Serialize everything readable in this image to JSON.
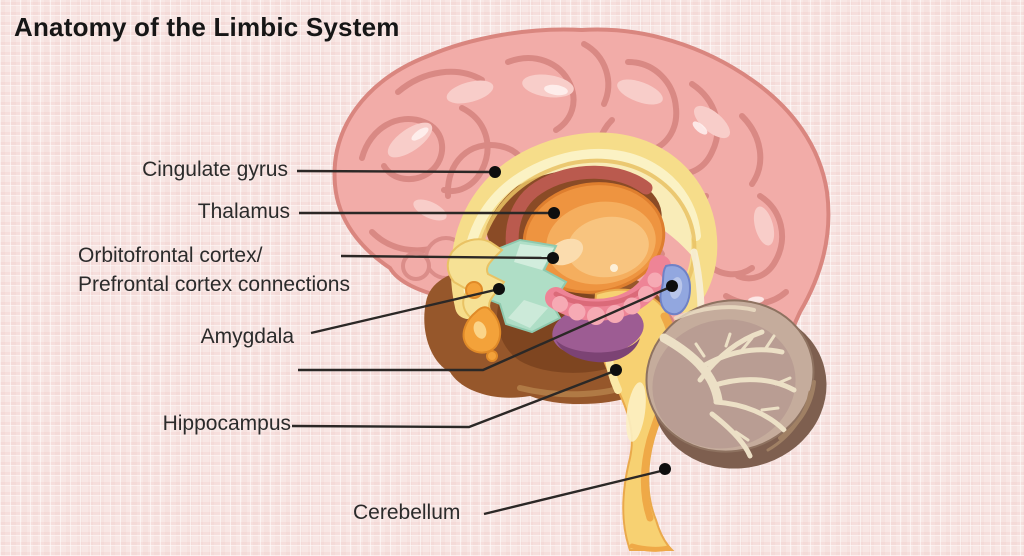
{
  "title": "Anatomy of the Limbic System",
  "labels": {
    "cingulate_gyrus": "Cingulate gyrus",
    "thalamus": "Thalamus",
    "orbitofrontal_line1": "Orbitofrontal cortex/",
    "orbitofrontal_line2": "Prefrontal cortex connections",
    "amygdala": "Amygdala",
    "hippocampus": "Hippocampus",
    "cerebellum": "Cerebellum"
  },
  "colors": {
    "background": "#f8e7e5",
    "title_text": "#161616",
    "label_text": "#2b2b2b",
    "leader_line": "#2b2826",
    "leader_dot": "#0e0e0e",
    "cerebrum": "#f2aca8",
    "gyri_stroke": "#d98984",
    "gyri_highlight": "#f8cdc9",
    "temporal_brown": "#96572b",
    "fornix_yellow": "#f6dd8a",
    "thalamus_orange": "#ee9440",
    "hypothalamus_teal": "#afdec6",
    "amygdala_orange": "#f3a23a",
    "hippocampus_pink": "#ee8496",
    "mammillary_purple": "#9d5c93",
    "midbrain_blue": "#92a7df",
    "cerebellum_tan": "#c5ac9c",
    "brainstem_yellow": "#f7d172"
  }
}
